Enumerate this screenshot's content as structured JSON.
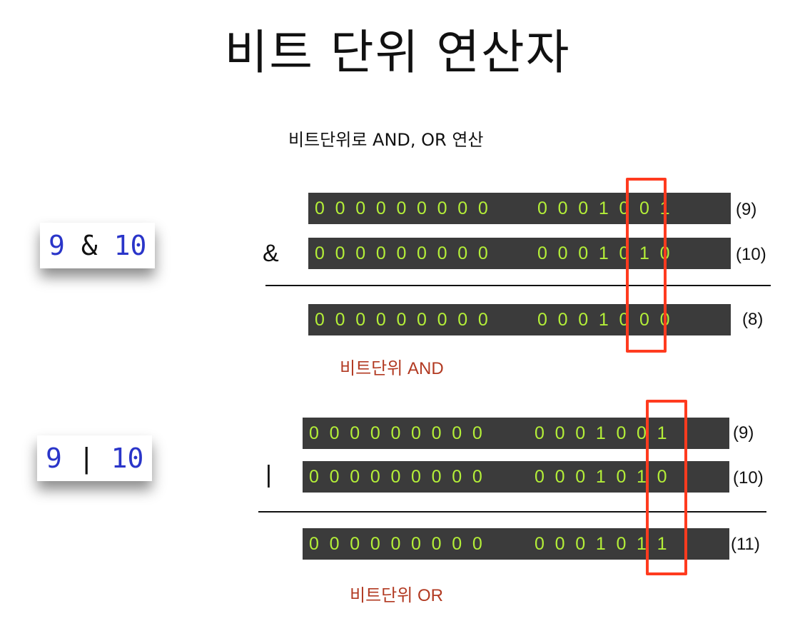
{
  "title": "비트 단위 연산자",
  "subtitle": "비트단위로 AND, OR 연산",
  "and_section": {
    "expression": {
      "left": "9",
      "op": "&",
      "right": "10"
    },
    "operator_symbol": "&",
    "rows": [
      {
        "bits": "0000000000001001",
        "label": "(9)"
      },
      {
        "bits": "0000000000001010",
        "label": "(10)"
      },
      {
        "bits": "0000000000001000",
        "label": "(8)"
      }
    ],
    "caption": "비트단위 AND",
    "highlight_bit_index": 12
  },
  "or_section": {
    "expression": {
      "left": "9",
      "op": "|",
      "right": "10"
    },
    "operator_symbol": "|",
    "rows": [
      {
        "bits": "0000000000001001",
        "label": "(9)"
      },
      {
        "bits": "0000000000001010",
        "label": "(10)"
      },
      {
        "bits": "0000000000001011",
        "label": "(11)"
      }
    ],
    "caption": "비트단위 OR",
    "highlight_bit_index": 13
  },
  "colors": {
    "bar_bg": "#3b3b3b",
    "bit_text": "#b4ef38",
    "highlight": "#ff3b1f",
    "caption": "#b23a22",
    "expr_number": "#2a35c9"
  }
}
